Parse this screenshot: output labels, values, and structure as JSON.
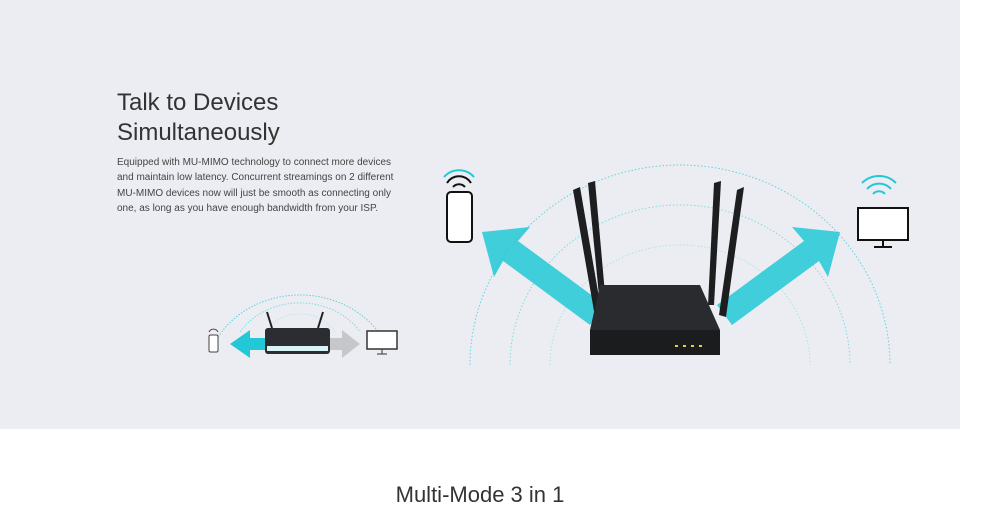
{
  "feature": {
    "title_line1": "Talk to Devices",
    "title_line2": "Simultaneously",
    "description": "Equipped with MU-MIMO technology to connect more devices and maintain low latency. Concurrent streamings on 2 different MU-MIMO devices now will just be smooth as connecting only one, as long as you have enough bandwidth from your ISP."
  },
  "next_section": {
    "title": "Multi-Mode 3 in 1"
  },
  "colors": {
    "background": "#ecedf2",
    "accent": "#1fc8d6",
    "text": "#333333"
  }
}
